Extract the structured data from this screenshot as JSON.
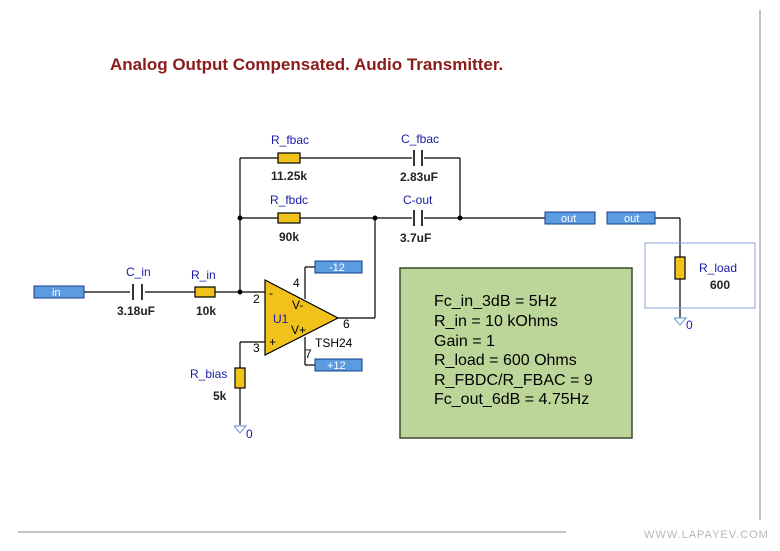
{
  "title": "Analog Output Compensated. Audio Transmitter.",
  "watermark": "WWW.LAPAYEV.COM",
  "ports": {
    "in": "in",
    "out1": "out",
    "out2": "out",
    "vneg": "-12",
    "vpos": "+12"
  },
  "components": {
    "c_in": {
      "name": "C_in",
      "value": "3.18uF"
    },
    "r_in": {
      "name": "R_in",
      "value": "10k"
    },
    "r_fbac": {
      "name": "R_fbac",
      "value": "11.25k"
    },
    "c_fbac": {
      "name": "C_fbac",
      "value": "2.83uF"
    },
    "r_fbdc": {
      "name": "R_fbdc",
      "value": "90k"
    },
    "c_out": {
      "name": "C-out",
      "value": "3.7uF"
    },
    "r_bias": {
      "name": "R_bias",
      "value": "5k"
    },
    "r_load": {
      "name": "R_load",
      "value": "600"
    },
    "opamp": {
      "ref": "U1",
      "model": "TSH24",
      "minus": "-",
      "plus": "+",
      "vminus": "V-",
      "vplus": "V+"
    }
  },
  "pins": {
    "p2": "2",
    "p3": "3",
    "p4": "4",
    "p6": "6",
    "p7": "7"
  },
  "grounds": {
    "g1": "0",
    "g2": "0"
  },
  "notes": [
    "Fc_in_3dB = 5Hz",
    "R_in  = 10 kOhms",
    "Gain = 1",
    "R_load = 600 Ohms",
    "R_FBDC/R_FBAC = 9",
    "Fc_out_6dB = 4.75Hz"
  ]
}
